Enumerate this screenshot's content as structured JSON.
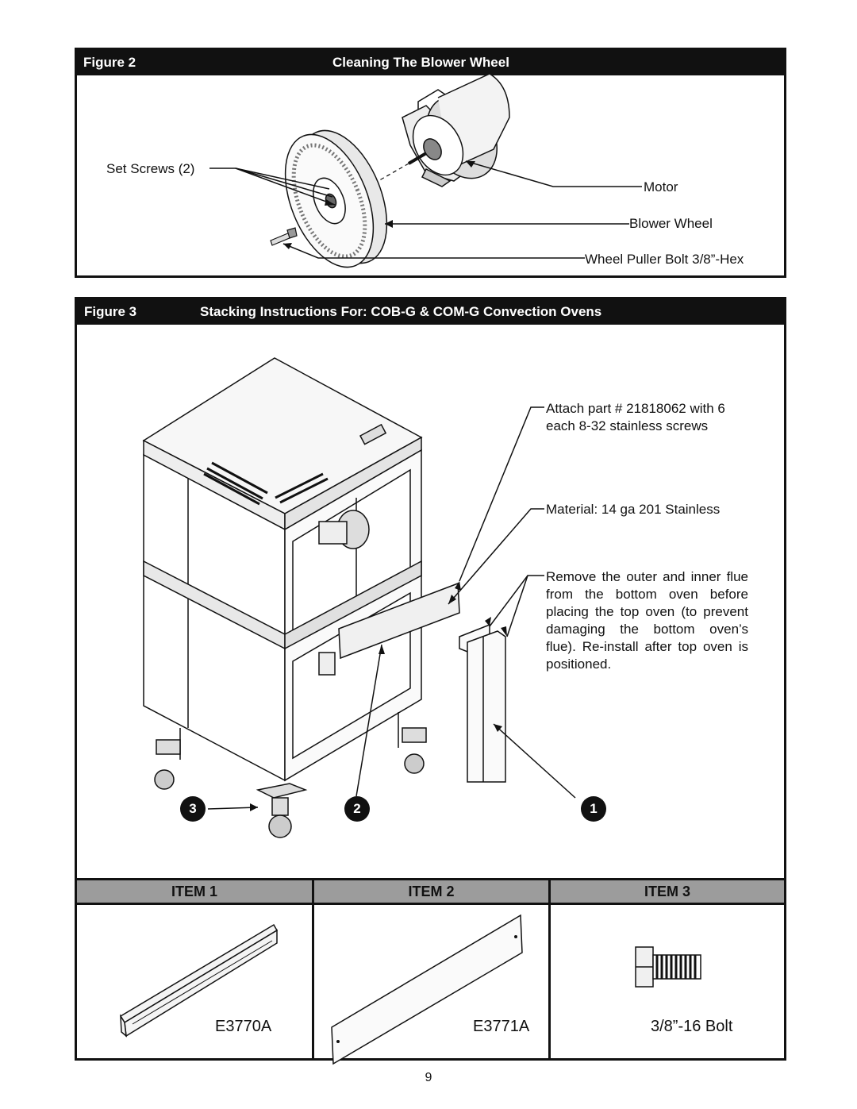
{
  "figure2": {
    "figure_label": "Figure 2",
    "title": "Cleaning The Blower Wheel",
    "labels": {
      "set_screws": "Set Screws (2)",
      "motor": "Motor",
      "blower_wheel": "Blower Wheel",
      "wheel_puller_bolt": "Wheel Puller Bolt 3/8”-Hex"
    }
  },
  "figure3": {
    "figure_label": "Figure 3",
    "title": "Stacking Instructions For: COB-G & COM-G Convection Ovens",
    "notes": {
      "attach": "Attach part # 21818062 with 6 each 8-32 stainless screws",
      "material": "Material: 14 ga 201 Stainless",
      "remove_flue": "Remove the outer and inner flue from the bottom oven before placing the top oven (to prevent damaging the bottom oven’s flue). Re-install after top oven is positioned."
    },
    "callouts": [
      "1",
      "2",
      "3"
    ]
  },
  "items": [
    {
      "header": "ITEM 1",
      "part": "E3770A",
      "icon": "channel-rail-icon"
    },
    {
      "header": "ITEM 2",
      "part": "E3771A",
      "icon": "flat-plate-icon"
    },
    {
      "header": "ITEM 3",
      "part": "3/8”-16 Bolt",
      "icon": "hex-bolt-icon"
    }
  ],
  "page_number": "9"
}
